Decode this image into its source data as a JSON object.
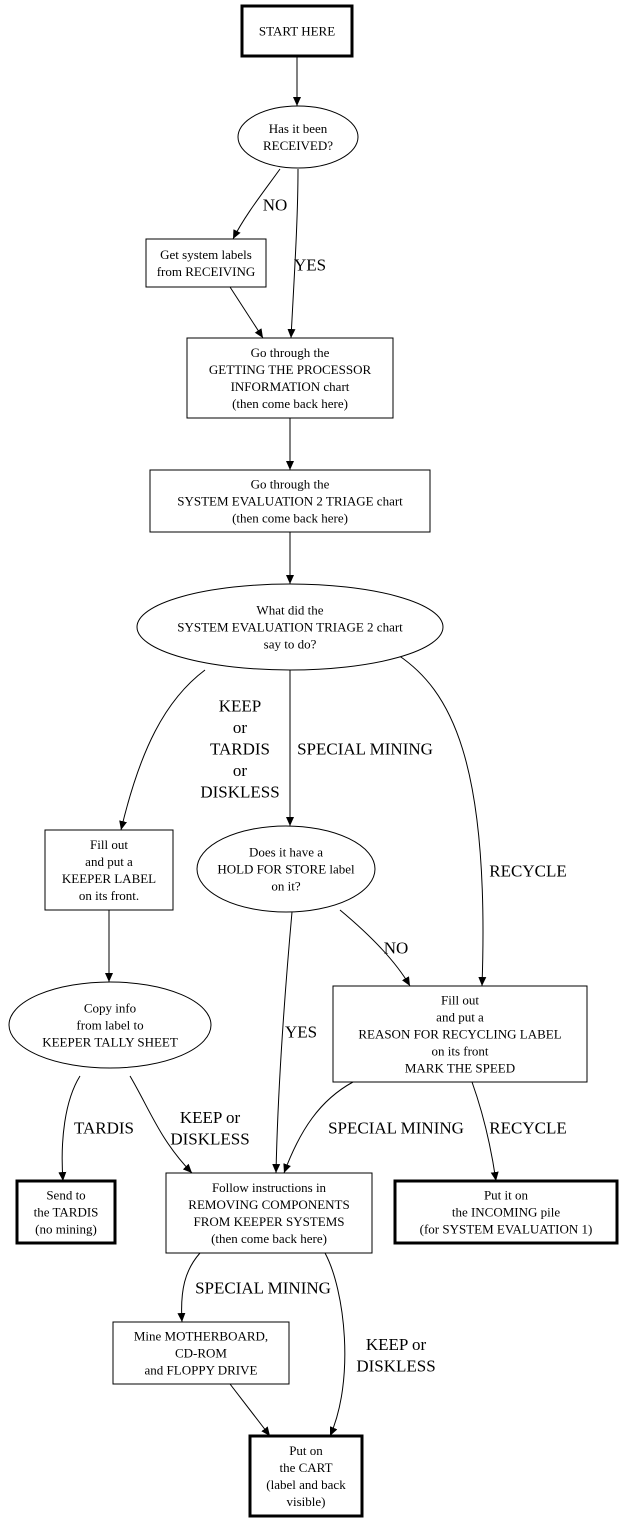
{
  "diagram": {
    "type": "flowchart",
    "nodes": [
      {
        "id": "start",
        "shape": "box-bold",
        "lines": [
          "START HERE"
        ]
      },
      {
        "id": "received",
        "shape": "ellipse",
        "lines": [
          "Has it been",
          "RECEIVED?"
        ]
      },
      {
        "id": "get_labels",
        "shape": "box",
        "lines": [
          "Get system labels",
          "from RECEIVING"
        ]
      },
      {
        "id": "processor",
        "shape": "box",
        "lines": [
          "Go through the",
          "GETTING THE PROCESSOR",
          "INFORMATION chart",
          "(then come back here)"
        ]
      },
      {
        "id": "triage",
        "shape": "box",
        "lines": [
          "Go through the",
          "SYSTEM EVALUATION 2 TRIAGE chart",
          "(then come back here)"
        ]
      },
      {
        "id": "what_say",
        "shape": "ellipse",
        "lines": [
          "What did the",
          "SYSTEM EVALUATION TRIAGE 2 chart",
          "say to do?"
        ]
      },
      {
        "id": "keeper_label",
        "shape": "box",
        "lines": [
          "Fill out",
          "and put a",
          "KEEPER LABEL",
          "on its front."
        ]
      },
      {
        "id": "hold_store",
        "shape": "ellipse",
        "lines": [
          "Does it have a",
          "HOLD FOR STORE label",
          "on it?"
        ]
      },
      {
        "id": "copy_info",
        "shape": "ellipse",
        "lines": [
          "Copy info",
          "from label to",
          "KEEPER TALLY SHEET"
        ]
      },
      {
        "id": "recycle_label",
        "shape": "box",
        "lines": [
          "Fill out",
          "and put a",
          "REASON FOR RECYCLING LABEL",
          "on its front",
          "MARK THE SPEED"
        ]
      },
      {
        "id": "tardis",
        "shape": "box-bold",
        "lines": [
          "Send to",
          "the TARDIS",
          "(no mining)"
        ]
      },
      {
        "id": "removing",
        "shape": "box",
        "lines": [
          "Follow instructions in",
          "REMOVING COMPONENTS",
          "FROM KEEPER SYSTEMS",
          "(then come back here)"
        ]
      },
      {
        "id": "incoming",
        "shape": "box-bold",
        "lines": [
          "Put it on",
          "the INCOMING pile",
          "(for SYSTEM EVALUATION 1)"
        ]
      },
      {
        "id": "mine",
        "shape": "box",
        "lines": [
          "Mine MOTHERBOARD,",
          "CD-ROM",
          "and FLOPPY DRIVE"
        ]
      },
      {
        "id": "cart",
        "shape": "box-bold",
        "lines": [
          "Put on",
          "the CART",
          "(label and back",
          "visible)"
        ]
      }
    ],
    "edges": [
      {
        "from": "start",
        "to": "received",
        "label": []
      },
      {
        "from": "received",
        "to": "get_labels",
        "label": [
          "NO"
        ]
      },
      {
        "from": "received",
        "to": "processor",
        "label": [
          "YES"
        ]
      },
      {
        "from": "get_labels",
        "to": "processor",
        "label": []
      },
      {
        "from": "processor",
        "to": "triage",
        "label": []
      },
      {
        "from": "triage",
        "to": "what_say",
        "label": []
      },
      {
        "from": "what_say",
        "to": "keeper_label",
        "label": [
          "KEEP",
          "or",
          "TARDIS",
          "or",
          "DISKLESS"
        ]
      },
      {
        "from": "what_say",
        "to": "hold_store",
        "label": [
          "SPECIAL MINING"
        ]
      },
      {
        "from": "what_say",
        "to": "recycle_label",
        "label": [
          "RECYCLE"
        ]
      },
      {
        "from": "keeper_label",
        "to": "copy_info",
        "label": []
      },
      {
        "from": "hold_store",
        "to": "recycle_label",
        "label": [
          "NO"
        ]
      },
      {
        "from": "hold_store",
        "to": "removing",
        "label": [
          "YES"
        ]
      },
      {
        "from": "copy_info",
        "to": "tardis",
        "label": [
          "TARDIS"
        ]
      },
      {
        "from": "copy_info",
        "to": "removing",
        "label": [
          "KEEP or",
          "DISKLESS"
        ]
      },
      {
        "from": "recycle_label",
        "to": "removing",
        "label": [
          "SPECIAL MINING"
        ]
      },
      {
        "from": "recycle_label",
        "to": "incoming",
        "label": [
          "RECYCLE"
        ]
      },
      {
        "from": "removing",
        "to": "mine",
        "label": [
          "SPECIAL MINING"
        ]
      },
      {
        "from": "removing",
        "to": "cart",
        "label": [
          "KEEP or",
          "DISKLESS"
        ]
      },
      {
        "from": "mine",
        "to": "cart",
        "label": []
      }
    ]
  }
}
